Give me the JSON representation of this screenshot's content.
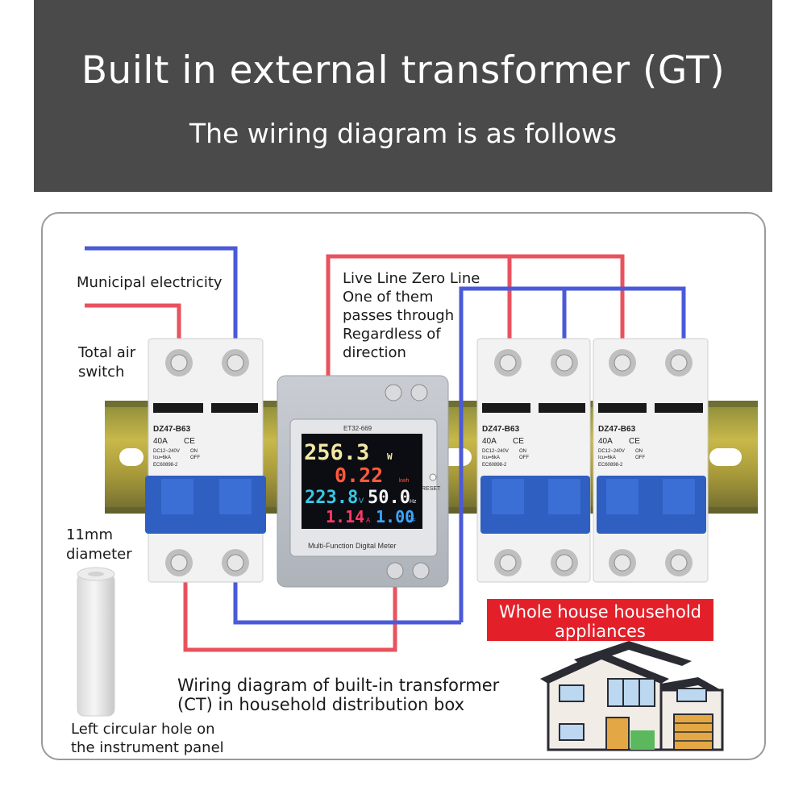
{
  "header": {
    "title": "Built in external transformer (GT)",
    "subtitle": "The wiring diagram is as follows"
  },
  "labels": {
    "municipal": "Municipal electricity",
    "total_air_switch_1": "Total air",
    "total_air_switch_2": "switch",
    "live_zero": [
      "Live Line Zero Line",
      "One of them",
      "passes through",
      "Regardless of",
      "direction"
    ],
    "diameter_1": "11mm",
    "diameter_2": "diameter",
    "left_hole_1": "Left circular hole on",
    "left_hole_2": "the instrument panel",
    "caption_1": "Wiring diagram of built-in transformer",
    "caption_2": "(CT) in household distribution box",
    "appliances_1": "Whole house household",
    "appliances_2": "appliances"
  },
  "meter": {
    "model": "ET32-669",
    "power": "256.3",
    "power_unit": "W",
    "energy": "0.22",
    "energy_unit": "kwh",
    "voltage": "223.8",
    "voltage_unit": "V",
    "frequency": "50.0",
    "frequency_unit": "Hz",
    "current": "1.14",
    "current_unit": "A",
    "pf": "1.00",
    "pf_unit": "PF",
    "reset": "RESET",
    "name": "Multi-Function Digital Meter"
  },
  "breaker": {
    "model": "DZ47-B63",
    "rating": "40A",
    "ce": "CE",
    "spec": "DC12~240V",
    "icu": "Icu=6kA",
    "std": "EC60898-2",
    "on": "ON",
    "off": "OFF"
  },
  "colors": {
    "live": "#e8525e",
    "neutral": "#4a5ad8",
    "breaker_blue": "#2f5fc0",
    "header_bg": "#4a4a4a",
    "alert_red": "#e3202a"
  }
}
